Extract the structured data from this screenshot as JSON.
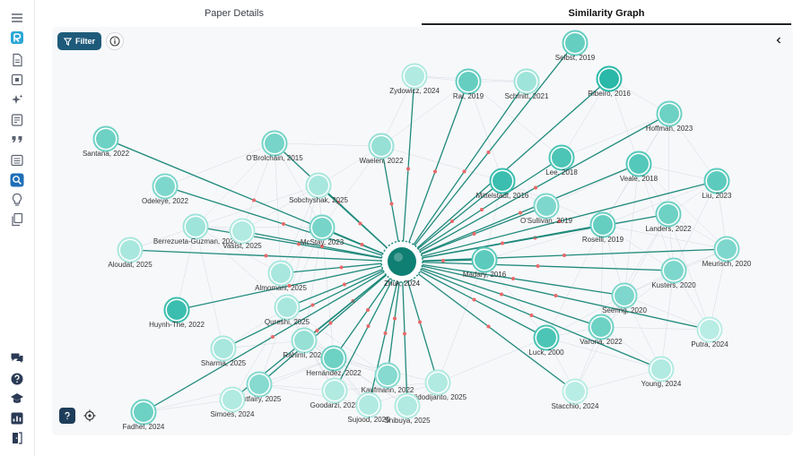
{
  "tabs": [
    {
      "label": "Paper Details",
      "active": false
    },
    {
      "label": "Similarity Graph",
      "active": true
    }
  ],
  "toolbar": {
    "filter_label": "Filter"
  },
  "colors": {
    "edge_primary": "#1f8a7c",
    "edge_secondary": "#c7cbd8",
    "edge_dot": "#e86868",
    "node_dark": "#22b5a4",
    "node_light": "#c9f3ec",
    "accent": "#1e5a7a",
    "center_node": "#0f7f73"
  },
  "sidebar": {
    "items": [
      {
        "icon": "menu-icon"
      },
      {
        "icon": "app-logo-icon"
      },
      {
        "icon": "document-icon"
      },
      {
        "icon": "bookmark-icon"
      },
      {
        "icon": "sparkle-icon"
      },
      {
        "icon": "notes-icon"
      },
      {
        "icon": "quote-icon"
      },
      {
        "icon": "list-icon"
      },
      {
        "icon": "graph-search-icon"
      },
      {
        "icon": "lightbulb-icon"
      },
      {
        "icon": "copy-icon"
      },
      {
        "icon": "chat-icon"
      },
      {
        "icon": "help-icon"
      },
      {
        "icon": "academic-icon"
      },
      {
        "icon": "chart-icon"
      },
      {
        "icon": "exit-icon"
      }
    ]
  },
  "graph": {
    "center": "Zhuk, 2024",
    "nodes": [
      {
        "label": "Selbst, 2019",
        "shade": 0.6
      },
      {
        "label": "Zydowicz, 2024",
        "shade": 0.15
      },
      {
        "label": "Rai, 2019",
        "shade": 0.6
      },
      {
        "label": "Schmitt, 2021",
        "shade": 0.25
      },
      {
        "label": "Ribeiro, 2016",
        "shade": 0.95
      },
      {
        "label": "Hoffman, 2023",
        "shade": 0.55
      },
      {
        "label": "Santana, 2022",
        "shade": 0.55
      },
      {
        "label": "O'Brolcháin, 2015",
        "shade": 0.5
      },
      {
        "label": "Waelen, 2022",
        "shade": 0.3
      },
      {
        "label": "Lee, 2018",
        "shade": 0.75
      },
      {
        "label": "Veale, 2018",
        "shade": 0.7
      },
      {
        "label": "Mittelstadt, 2016",
        "shade": 0.85
      },
      {
        "label": "Odeleye, 2022",
        "shade": 0.45
      },
      {
        "label": "Sobchyshak, 2025",
        "shade": 0.2
      },
      {
        "label": "Liu, 2023",
        "shade": 0.65
      },
      {
        "label": "O'Sullivan, 2019",
        "shade": 0.45
      },
      {
        "label": "Landers, 2022",
        "shade": 0.55
      },
      {
        "label": "Berrezueta-Guzman, 2024",
        "shade": 0.25
      },
      {
        "label": "Vasist, 2025",
        "shade": 0.15
      },
      {
        "label": "McStay, 2023",
        "shade": 0.5
      },
      {
        "label": "Roselli, 2019",
        "shade": 0.6
      },
      {
        "label": "Aloudat, 2025",
        "shade": 0.2
      },
      {
        "label": "Meurisch, 2020",
        "shade": 0.45
      },
      {
        "label": "Madary, 2016",
        "shade": 0.65
      },
      {
        "label": "Almomani, 2025",
        "shade": 0.2
      },
      {
        "label": "Kusters, 2020",
        "shade": 0.45
      },
      {
        "label": "Seering, 2020",
        "shade": 0.45
      },
      {
        "label": "Huynh-The, 2022",
        "shade": 0.85
      },
      {
        "label": "Qureshi, 2025",
        "shade": 0.2
      },
      {
        "label": "Varona, 2022",
        "shade": 0.55
      },
      {
        "label": "Putra, 2024",
        "shade": 0.1
      },
      {
        "label": "Rahimi, 2024",
        "shade": 0.3
      },
      {
        "label": "Luck, 2000",
        "shade": 0.75
      },
      {
        "label": "Sharma, 2025",
        "shade": 0.2
      },
      {
        "label": "Hernández, 2022",
        "shade": 0.55
      },
      {
        "label": "Young, 2024",
        "shade": 0.15
      },
      {
        "label": "Kaufmann, 2022",
        "shade": 0.4
      },
      {
        "label": "Sutfairy, 2025",
        "shade": 0.4
      },
      {
        "label": "Widodijanto, 2025",
        "shade": 0.15
      },
      {
        "label": "Goodarzi, 2025",
        "shade": 0.15
      },
      {
        "label": "Simoes, 2024",
        "shade": 0.15
      },
      {
        "label": "Stacchio, 2024",
        "shade": 0.1
      },
      {
        "label": "Sujood, 2025",
        "shade": 0.15
      },
      {
        "label": "Shibuya, 2025",
        "shade": 0.15
      },
      {
        "label": "Fadhel, 2024",
        "shade": 0.55
      }
    ]
  }
}
